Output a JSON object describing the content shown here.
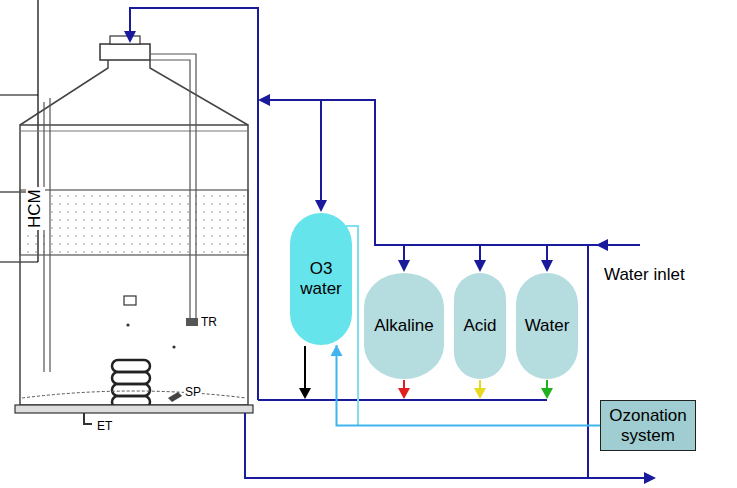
{
  "diagram": {
    "nodes": [
      {
        "text": [
          "O3 water"
        ]
      },
      {
        "text": [
          "Alkaline"
        ]
      },
      {
        "text": [
          "Acid"
        ]
      },
      {
        "text": [
          "Water"
        ]
      },
      {
        "text": [
          "Ozonation system"
        ]
      }
    ],
    "edges": [
      {
        "from": 4,
        "to": 0,
        "arrow": "to"
      }
    ],
    "labels": [
      "HCM",
      "TR",
      "SP",
      "ET",
      "Water inlet"
    ]
  }
}
